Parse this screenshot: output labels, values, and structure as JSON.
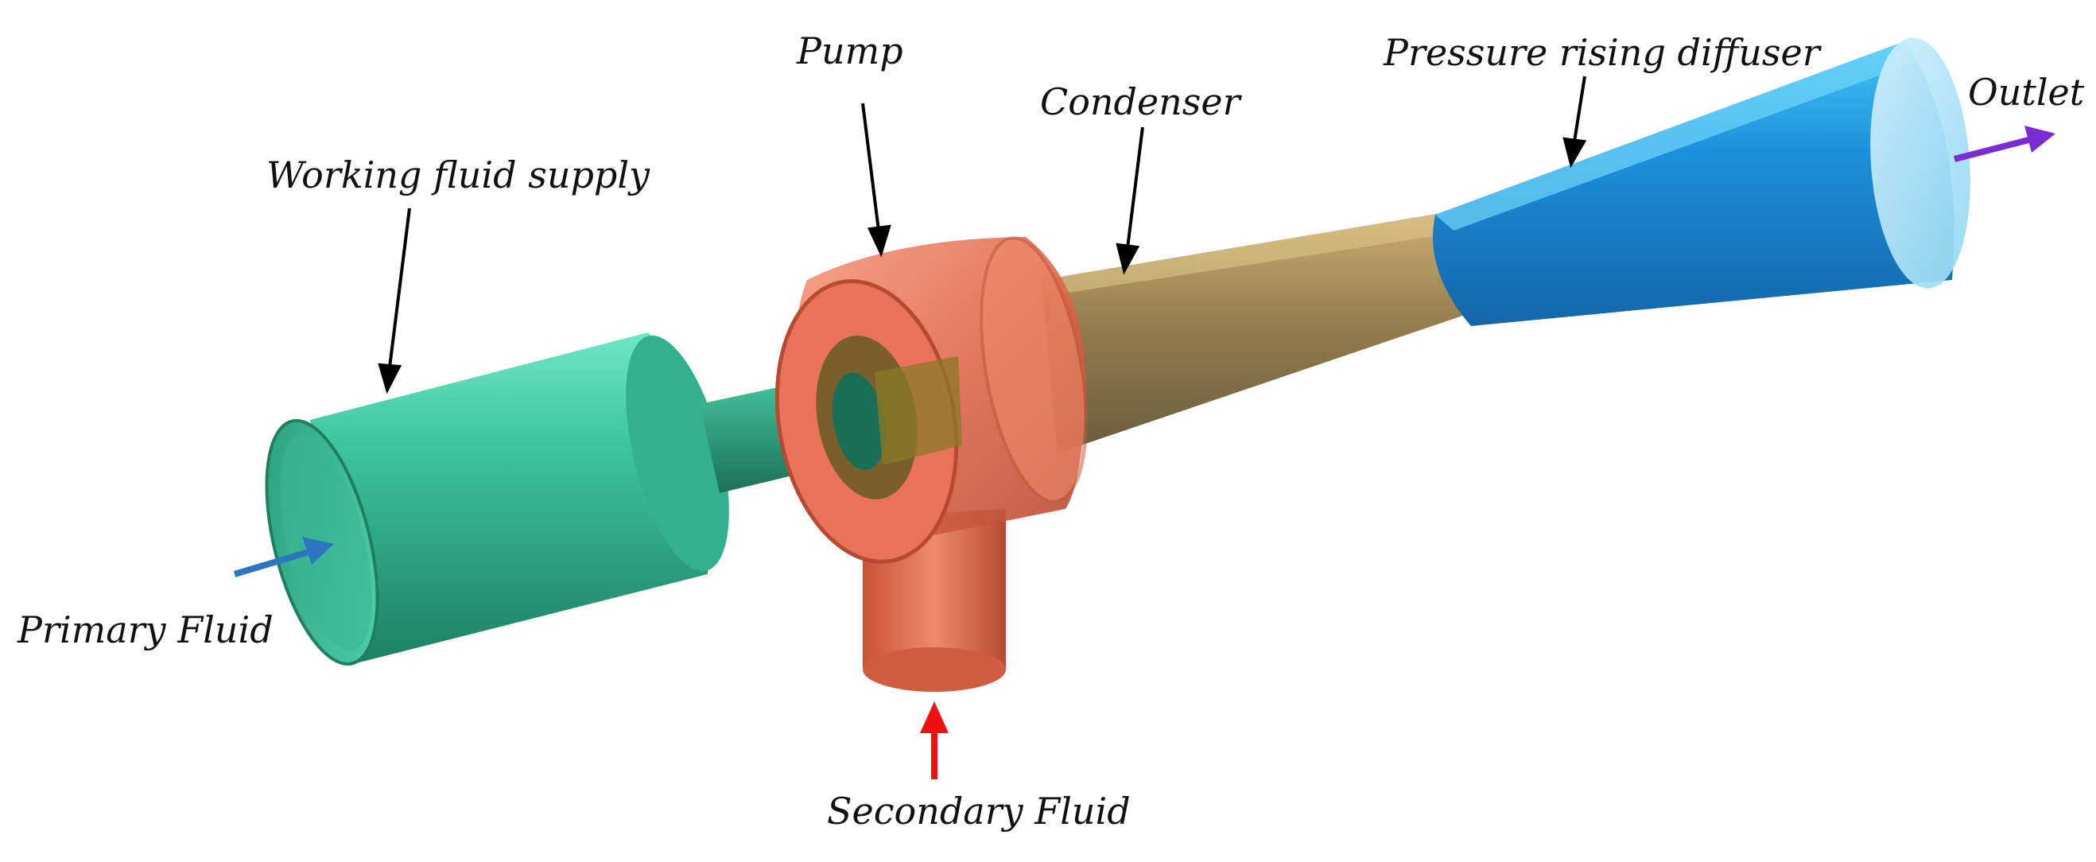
{
  "labels": {
    "pump": "Pump",
    "condenser": "Condenser",
    "diffuser": "Pressure rising diffuser",
    "outlet": "Outlet",
    "working_fluid": "Working fluid supply",
    "primary_fluid": "Primary Fluid",
    "secondary_fluid": "Secondary Fluid"
  },
  "colors": {
    "supply": "#2fae8a",
    "supply_light": "#6fe7c6",
    "supply_dark": "#1e7f63",
    "pump": "#e0684c",
    "pump_light": "#f59a7f",
    "pump_dark": "#b84a33",
    "condenser": "#a8894a",
    "condenser_dark": "#6b5a35",
    "diffuser": "#1c8fdc",
    "diffuser_light": "#45c4f5",
    "diffuser_dark": "#1466a8",
    "primary_arrow": "#2e75c0",
    "secondary_arrow": "#ee1111",
    "outlet_arrow": "#7a2bd6",
    "leader": "#000000"
  }
}
